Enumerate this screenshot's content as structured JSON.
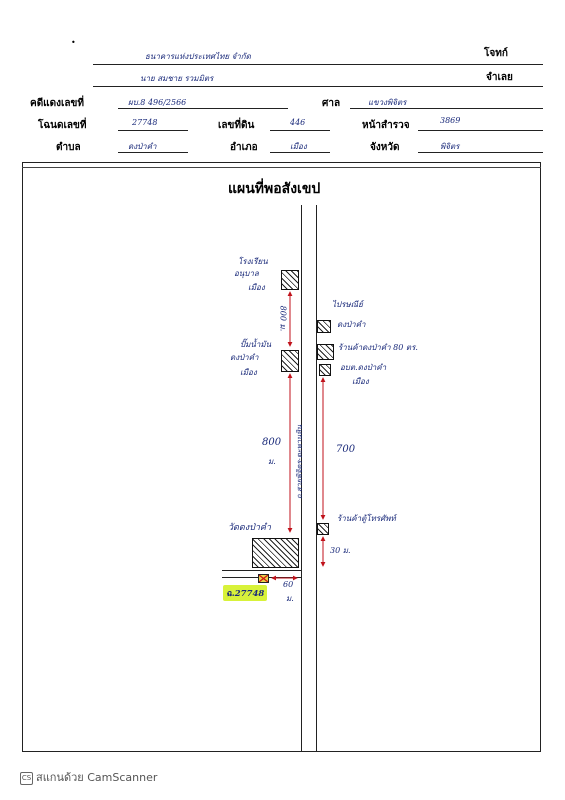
{
  "header": {
    "plaintiff_label": "โจทก์",
    "plaintiff_value": "ธนาคารแห่งประเทศไทย จำกัด",
    "defendant_label": "จำเลย",
    "defendant_value": "นาย สมชาย รวมมิตร",
    "black_case_label": "คดีแดงเลขที่",
    "black_case_value": "ผบ.8 496/2566",
    "court_label": "ศาล",
    "court_value": "แขวงพิจิตร",
    "deed_no_label": "โฉนดเลขที่",
    "deed_no_value": "27748",
    "land_no_label": "เลขที่ดิน",
    "land_no_value": "446",
    "survey_page_label": "หน้าสำรวจ",
    "survey_page_value": "3869",
    "subdistrict_label": "ตำบล",
    "subdistrict_value": "ดงป่าคำ",
    "district_label": "อำเภอ",
    "district_value": "เมือง",
    "province_label": "จังหวัด",
    "province_value": "พิจิตร"
  },
  "map": {
    "title": "แผนที่พอสังเขป",
    "road_label": "ถ.สายพิจิตร-ตะพานหิน",
    "landmarks": {
      "lm1_l1": "โรงเรียน",
      "lm1_l2": "อนุบาล",
      "lm1_l3": "เมือง",
      "lm2_l1": "ไปรษณีย์",
      "lm2_l2": "ดงป่าคำ",
      "lm3_l1": "ปั๊มน้ำมัน",
      "lm3_l2": "ดงป่าคำ",
      "lm3_l3": "เมือง",
      "lm4": "ร้านค้าดงป่าคำ 80 ตร.",
      "lm5_l1": "อบต.ดงป่าคำ",
      "lm5_l2": "เมือง",
      "lm6": "ร้านค้าตู้โทรศัพท์",
      "lm7": "วัดดงป่าคำ"
    },
    "distances": {
      "d1": "800 ม.",
      "d2_l1": "800",
      "d2_l2": "ม.",
      "d3": "700",
      "d4": "30 ม.",
      "d5_l1": "60",
      "d5_l2": "ม."
    },
    "property_label": "ฉ.27748"
  },
  "footer": {
    "scanner_icon": "CS",
    "scanner_text": "สแกนด้วย CamScanner"
  },
  "colors": {
    "handwriting": "#1a2a7a",
    "arrow": "#c0121b",
    "highlight": "#d8f23a",
    "property_cross": "#cc1010"
  }
}
